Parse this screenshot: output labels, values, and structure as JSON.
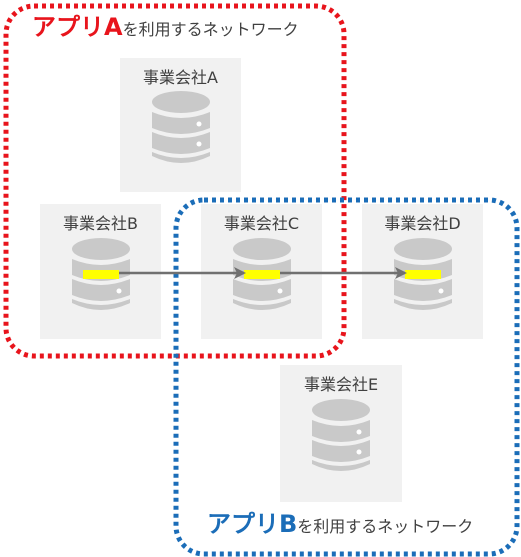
{
  "networks": {
    "a": {
      "title": "アプリA",
      "suffix": "を利用するネットワーク",
      "color": "#e8141c"
    },
    "b": {
      "title": "アプリB",
      "suffix": "を利用するネットワーク",
      "color": "#1b6db8"
    }
  },
  "companies": {
    "a": {
      "name": "事業会社A",
      "icon": "database-icon"
    },
    "b": {
      "name": "事業会社B",
      "icon": "database-icon"
    },
    "c": {
      "name": "事業会社C",
      "icon": "database-icon"
    },
    "d": {
      "name": "事業会社D",
      "icon": "database-icon"
    },
    "e": {
      "name": "事業会社E",
      "icon": "database-icon"
    }
  },
  "colors": {
    "box_bg": "#f1f1f1",
    "database": "#c9c9c9",
    "highlight": "#ffff00",
    "arrow": "#707070"
  }
}
